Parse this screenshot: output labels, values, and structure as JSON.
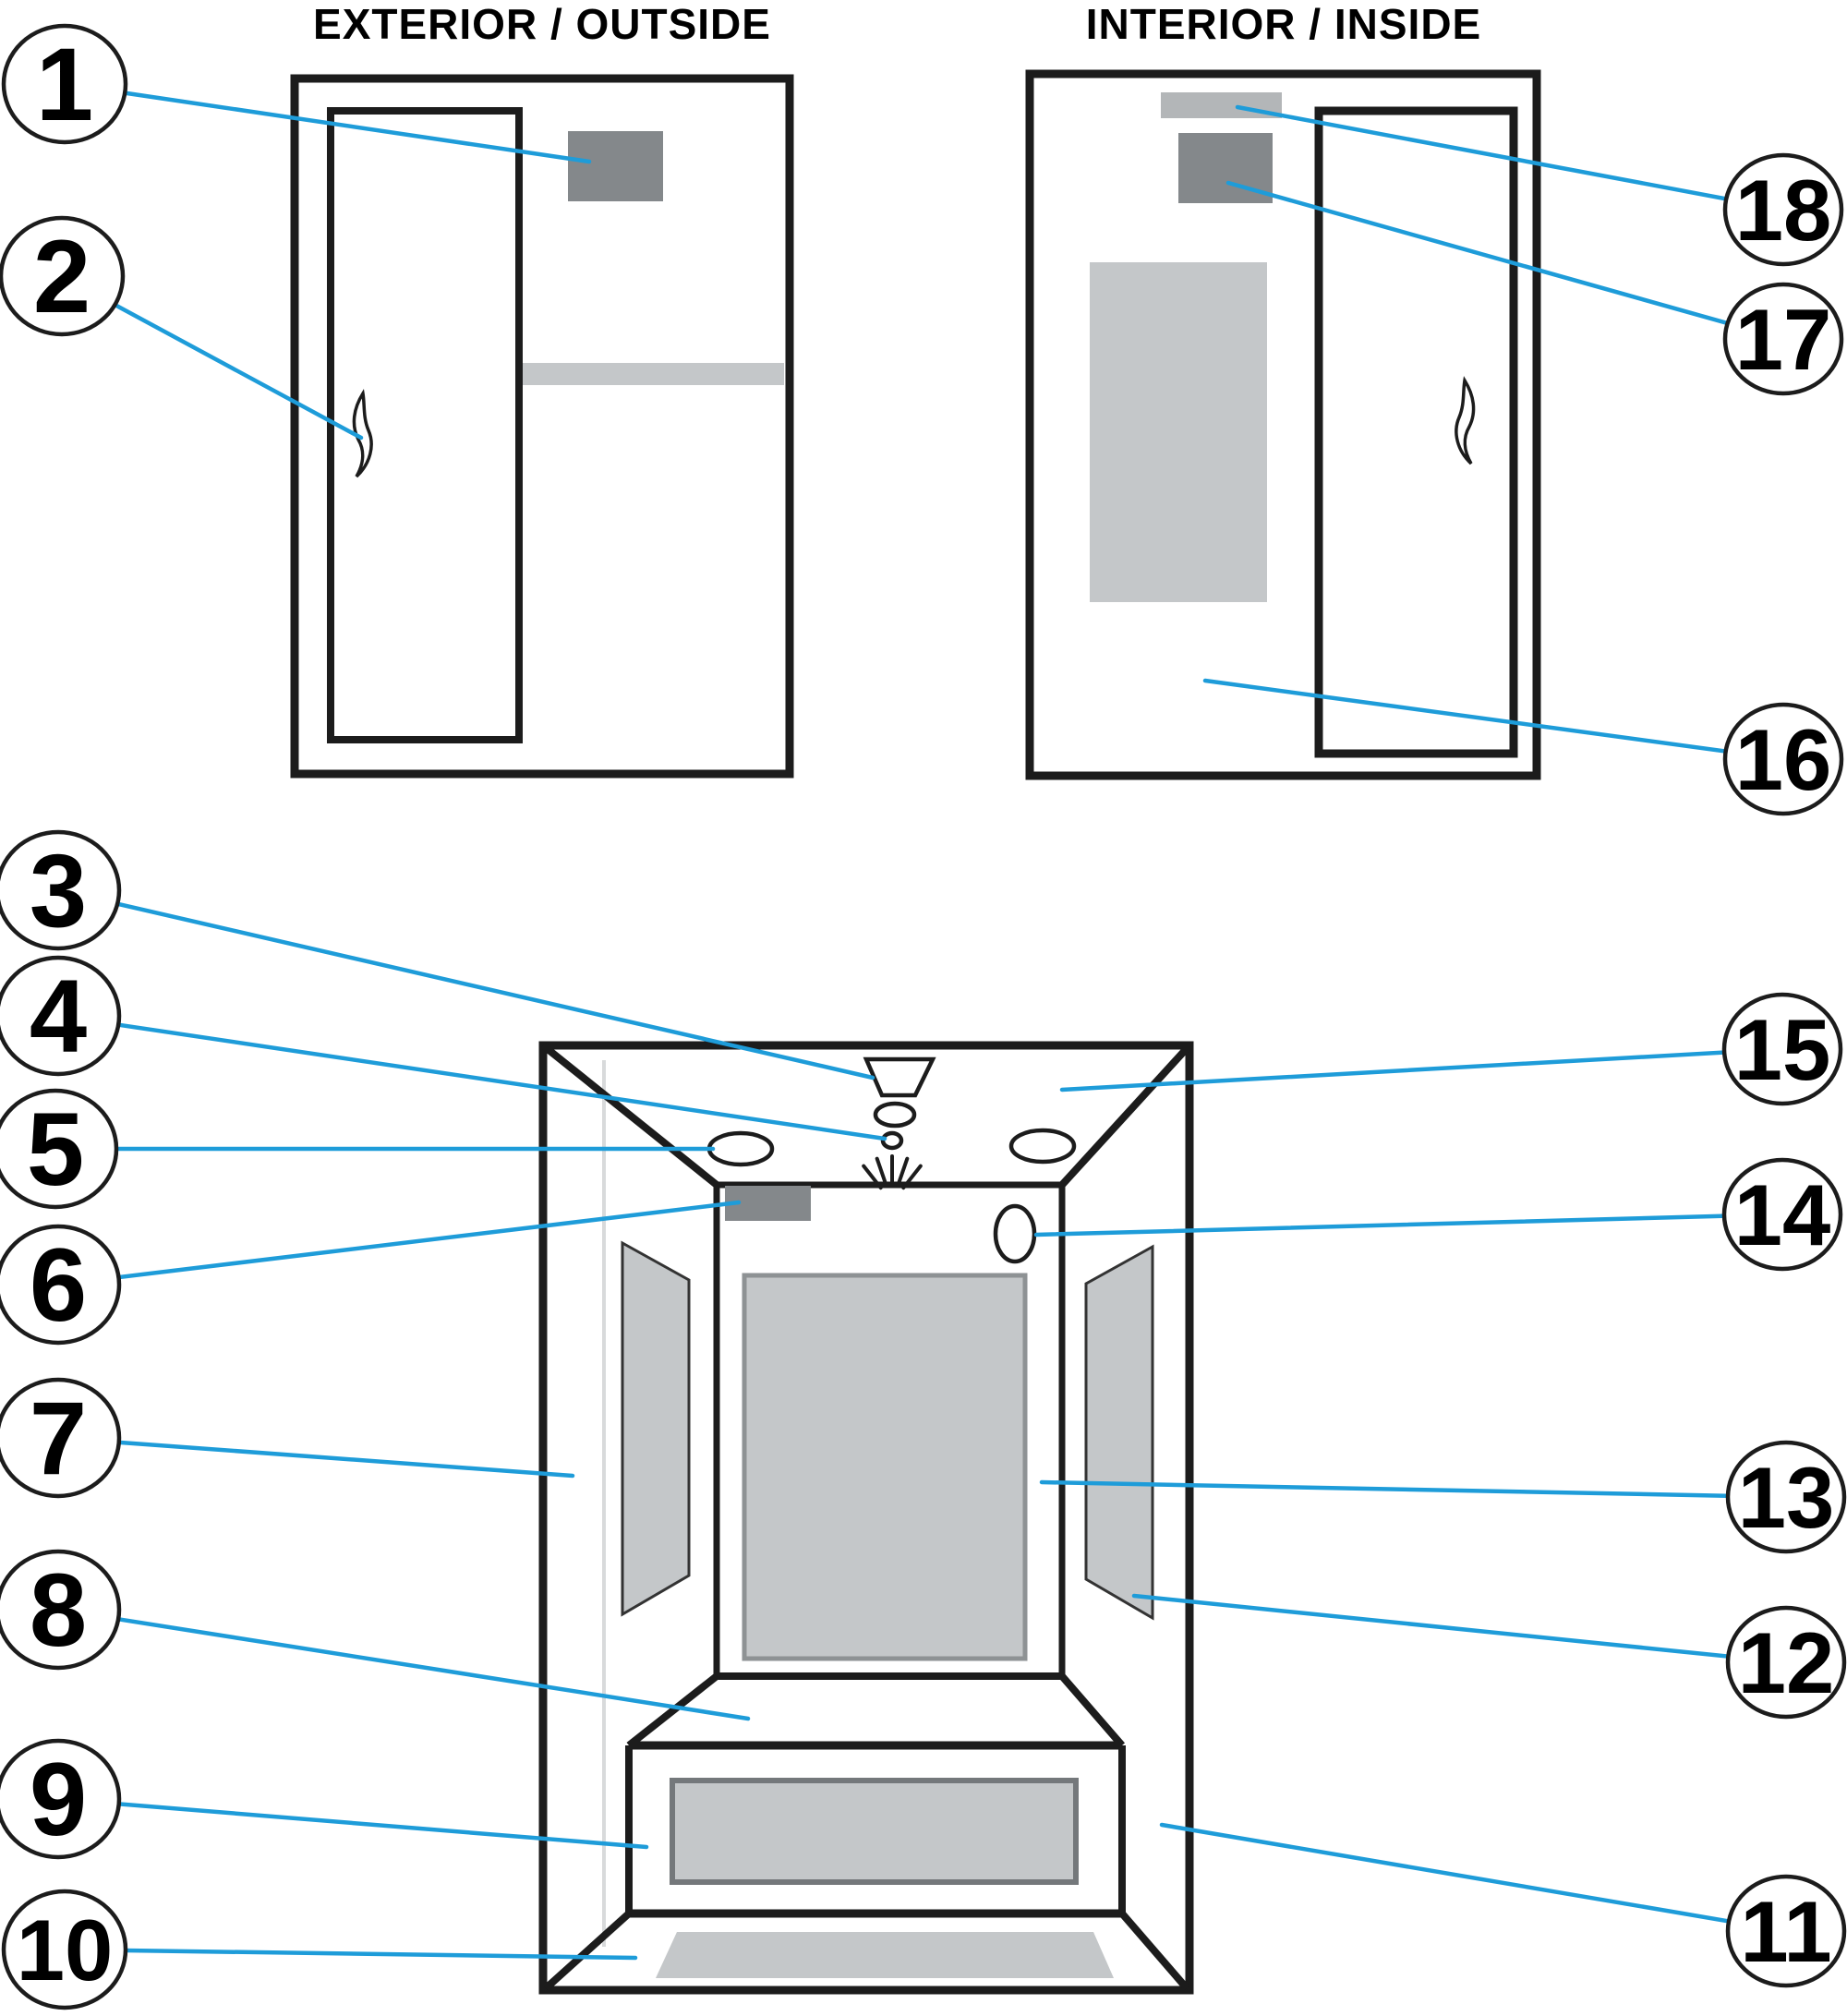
{
  "header": {
    "exterior_title": "EXTERIOR / OUTSIDE",
    "interior_title": "INTERIOR / INSIDE"
  },
  "callouts": {
    "c1": "1",
    "c2": "2",
    "c3": "3",
    "c4": "4",
    "c5": "5",
    "c6": "6",
    "c7": "7",
    "c8": "8",
    "c9": "9",
    "c10": "10",
    "c11": "11",
    "c12": "12",
    "c13": "13",
    "c14": "14",
    "c15": "15",
    "c16": "16",
    "c17": "17",
    "c18": "18"
  },
  "colors": {
    "accent_blue": "#1e9cd9",
    "outline_black": "#1c1c1c",
    "panel_light_gray": "#c4c7c9",
    "bar_gray": "#b3b6b8",
    "dark_gray": "#84888b",
    "panel_border_gray": "#8e9294",
    "bench_border_gray": "#74787b",
    "wall_trim_gray": "#d8dadb"
  },
  "icons": {
    "door_handle": "wavy-s-handle",
    "control_panel": "dark-rectangle",
    "display_bar": "gray-bar",
    "steam_funnel": "trapezoid-funnel",
    "aroma_nozzle": "circle-with-spray",
    "ceiling_spotlight": "ellipse",
    "wall_oval_fixture": "vertical-oval"
  }
}
